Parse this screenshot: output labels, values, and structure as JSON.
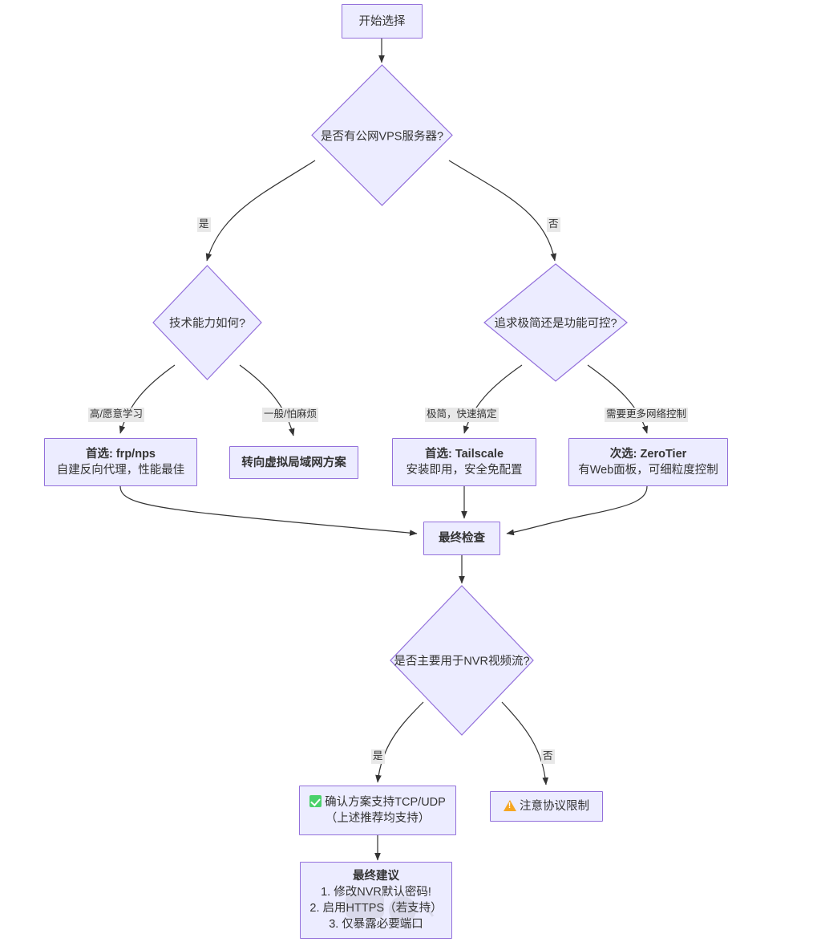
{
  "diagram": {
    "type": "flowchart",
    "title_text": "",
    "colors": {
      "node_fill": "#ececff",
      "node_border": "#9370db",
      "edge_stroke": "#333333",
      "edge_label_bg": "#e8e8e8",
      "text": "#333333",
      "check_green": "#4ad16b",
      "warn_orange": "#f5a623"
    },
    "nodes": {
      "start": {
        "label": "开始选择",
        "shape": "rect"
      },
      "q_vps": {
        "label": "是否有公网VPS服务器?",
        "shape": "diamond"
      },
      "q_skill": {
        "label": "技术能力如何?",
        "shape": "diamond"
      },
      "q_simple": {
        "label": "追求极简还是功能可控?",
        "shape": "diamond"
      },
      "frp": {
        "line1": "首选: frp/nps",
        "line2": "自建反向代理，性能最佳",
        "shape": "rect"
      },
      "vlan": {
        "line1": "转向虚拟局域网方案",
        "shape": "rect"
      },
      "tailscale": {
        "line1": "首选: Tailscale",
        "line2": "安装即用，安全免配置",
        "shape": "rect"
      },
      "zerotier": {
        "line1": "次选: ZeroTier",
        "line2": "有Web面板，可细粒度控制",
        "shape": "rect"
      },
      "final_check": {
        "label": "最终检查",
        "shape": "rect"
      },
      "q_nvr": {
        "label": "是否主要用于NVR视频流?",
        "shape": "diamond"
      },
      "tcp_udp": {
        "icon": "check-icon",
        "line1": "确认方案支持TCP/UDP",
        "line2": "（上述推荐均支持）",
        "shape": "rect"
      },
      "proto_warn": {
        "icon": "warning-icon",
        "line1": "注意协议限制",
        "shape": "rect"
      },
      "final_advice": {
        "title": "最终建议",
        "items": [
          "1. 修改NVR默认密码!",
          "2. 启用HTTPS（若支持）",
          "3. 仅暴露必要端口"
        ],
        "shape": "rect"
      }
    },
    "edge_labels": {
      "vps_yes": "是",
      "vps_no": "否",
      "skill_high": "高/愿意学习",
      "skill_normal": "一般/怕麻烦",
      "simple_minimal": "极简，快速搞定",
      "simple_control": "需要更多网络控制",
      "nvr_yes": "是",
      "nvr_no": "否"
    }
  }
}
